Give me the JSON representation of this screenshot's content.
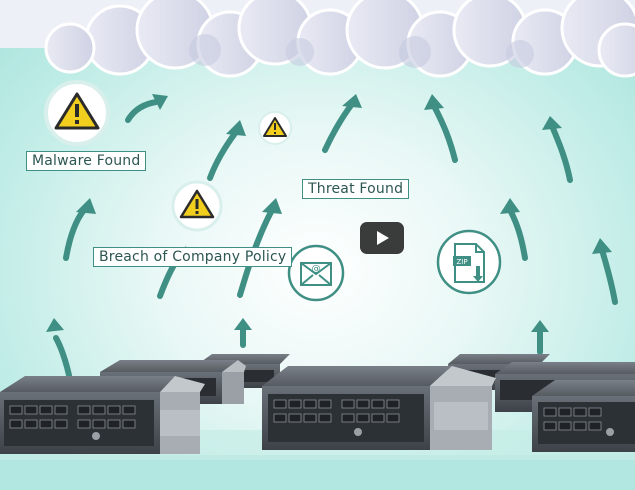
{
  "video": {
    "labels": {
      "malware": "Malware Found",
      "threat": "Threat Found",
      "breach": "Breach of Company Policy"
    },
    "play_button": "play-icon",
    "icons": [
      "warning-icon",
      "warning-icon",
      "warning-icon",
      "email-icon",
      "zip-file-icon"
    ],
    "colors": {
      "background": "#bfece6",
      "arrow": "#3f8f84",
      "warning": "#f2cf1f",
      "server_body": "#4a4f55",
      "cloud": "#dfe0ef"
    }
  }
}
